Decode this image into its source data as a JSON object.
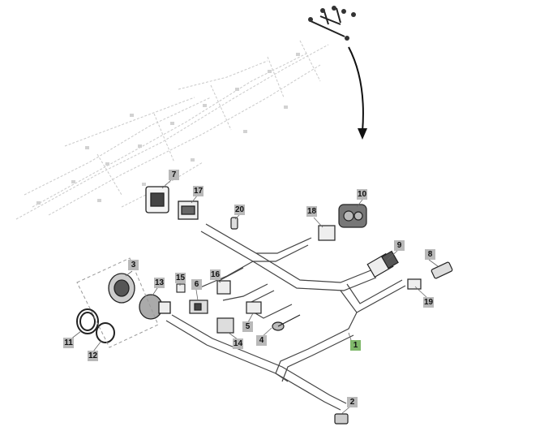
{
  "diagram": {
    "callouts": [
      {
        "id": "c1",
        "text": "1",
        "highlight": true
      },
      {
        "id": "c2",
        "text": "2"
      },
      {
        "id": "c3",
        "text": "3"
      },
      {
        "id": "c4",
        "text": "4"
      },
      {
        "id": "c5",
        "text": "5"
      },
      {
        "id": "c6",
        "text": "6"
      },
      {
        "id": "c7",
        "text": "7"
      },
      {
        "id": "c8",
        "text": "8"
      },
      {
        "id": "c9",
        "text": "9"
      },
      {
        "id": "c10",
        "text": "10"
      },
      {
        "id": "c11",
        "text": "11"
      },
      {
        "id": "c12",
        "text": "12"
      },
      {
        "id": "c13",
        "text": "13"
      },
      {
        "id": "c14",
        "text": "14"
      },
      {
        "id": "c15",
        "text": "15"
      },
      {
        "id": "c16",
        "text": "16"
      },
      {
        "id": "c17",
        "text": "17"
      },
      {
        "id": "c18",
        "text": "18"
      },
      {
        "id": "c19",
        "text": "19"
      },
      {
        "id": "c20",
        "text": "20"
      }
    ],
    "highlight_color": "#7fb86a",
    "callout_color": "#b9b9b9"
  }
}
